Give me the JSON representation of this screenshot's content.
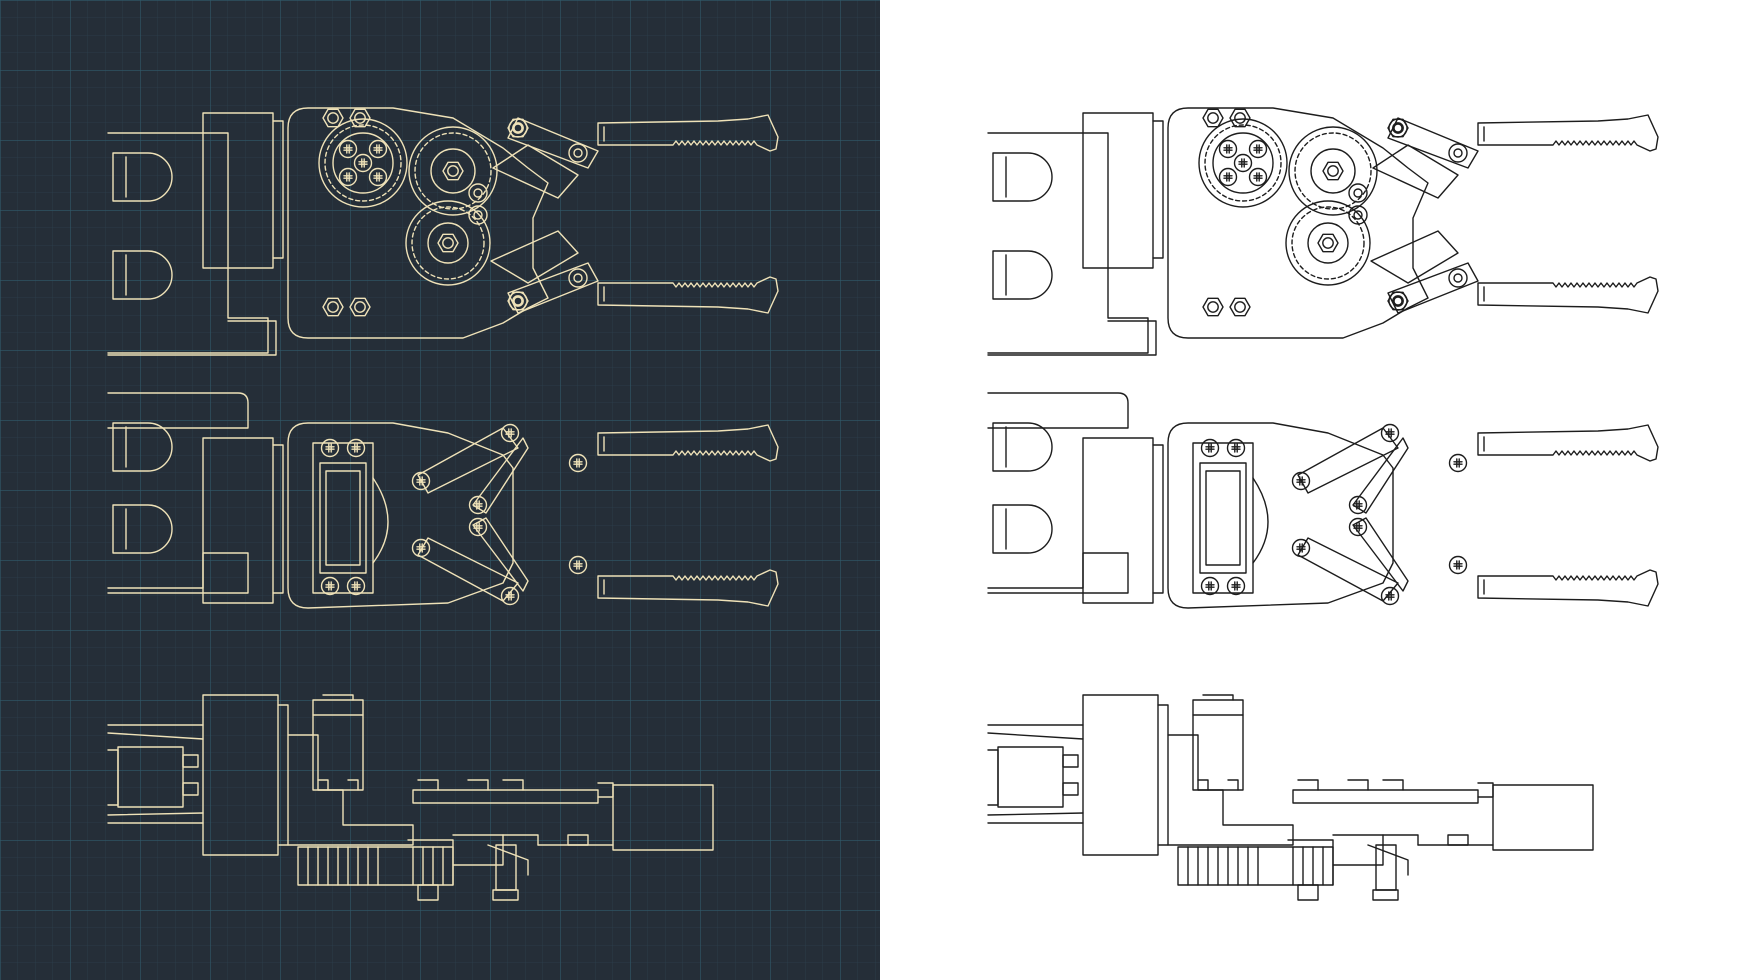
{
  "colors": {
    "blueprint_background": "#252e38",
    "grid_major": "#2f5a6a",
    "grid_minor": "#2b3f4c",
    "blueprint_line": "#efe2b8",
    "white_background": "#ffffff",
    "white_line": "#1d1d1d"
  },
  "panels": [
    {
      "name": "blueprint-panel",
      "style": "dark blueprint with grid, cream line art"
    },
    {
      "name": "white-panel",
      "style": "white background, black line art"
    }
  ],
  "views": [
    {
      "name": "gear-drive-view",
      "components": [
        "housing",
        "drive-gears",
        "pivot-links",
        "serrated-jaws",
        "mounting-bracket"
      ]
    },
    {
      "name": "servo-mount-view",
      "components": [
        "housing",
        "servo-motor",
        "pivot-links",
        "serrated-jaws",
        "mounting-bracket"
      ]
    },
    {
      "name": "side-view",
      "components": [
        "mounting-flange",
        "servo-motor",
        "gear-stack",
        "jaw-arm"
      ]
    }
  ]
}
